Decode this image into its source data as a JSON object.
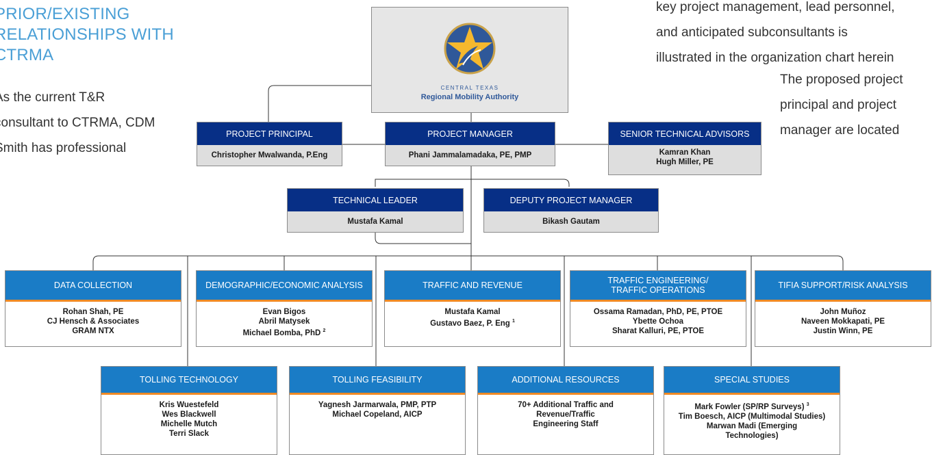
{
  "side_heading": [
    "PRIOR/EXISTING",
    "RELATIONSHIPS WITH",
    "CTRMA"
  ],
  "left_prose": [
    "As the current T&R",
    "consultant to CTRMA, CDM",
    "Smith has professional"
  ],
  "right_prose_top": [
    "key project management, lead personnel,",
    "and anticipated subconsultants is",
    "illustrated in the organization chart herein"
  ],
  "right_prose_bottom": [
    "The proposed project",
    "principal and project",
    "manager are located"
  ],
  "logo": {
    "line1": "CENTRAL TEXAS",
    "line2": "Regional Mobility Authority",
    "icon": "star-icon"
  },
  "leadership": {
    "principal": {
      "title": "PROJECT PRINCIPAL",
      "names": [
        "Christopher Mwalwanda, P.Eng"
      ]
    },
    "manager": {
      "title": "PROJECT MANAGER",
      "names": [
        "Phani Jammalamadaka, PE, PMP"
      ]
    },
    "advisors": {
      "title": "SENIOR TECHNICAL ADVISORS",
      "names": [
        "Kamran Khan",
        "Hugh Miller, PE"
      ]
    },
    "tech_leader": {
      "title": "TECHNICAL LEADER",
      "names": [
        "Mustafa Kamal"
      ]
    },
    "deputy": {
      "title": "DEPUTY PROJECT MANAGER",
      "names": [
        "Bikash Gautam"
      ]
    }
  },
  "teams_row1": [
    {
      "title": [
        "DATA COLLECTION"
      ],
      "names": [
        "Rohan Shah, PE",
        "CJ Hensch & Associates",
        "GRAM NTX"
      ]
    },
    {
      "title": [
        "DEMOGRAPHIC/ECONOMIC ANALYSIS"
      ],
      "names": [
        "Evan Bigos",
        "Abril Matysek",
        "Michael Bomba, PhD"
      ],
      "footnote": "2"
    },
    {
      "title": [
        "TRAFFIC AND REVENUE"
      ],
      "names": [
        "Mustafa Kamal",
        "Gustavo Baez, P. Eng"
      ],
      "footnote": "1"
    },
    {
      "title": [
        "TRAFFIC ENGINEERING/",
        "TRAFFIC OPERATIONS"
      ],
      "names": [
        "Ossama Ramadan, PhD, PE, PTOE",
        "Ybette Ochoa",
        "Sharat Kalluri, PE, PTOE"
      ]
    },
    {
      "title": [
        "TIFIA SUPPORT/RISK ANALYSIS"
      ],
      "names": [
        "John Muñoz",
        "Naveen Mokkapati, PE",
        "Justin Winn, PE"
      ]
    }
  ],
  "teams_row2": [
    {
      "title": [
        "TOLLING TECHNOLOGY"
      ],
      "names": [
        "Kris Wuestefeld",
        "Wes Blackwell",
        "Michelle Mutch",
        "Terri Slack"
      ]
    },
    {
      "title": [
        "TOLLING FEASIBILITY"
      ],
      "names": [
        "Yagnesh Jarmarwala, PMP, PTP",
        "Michael Copeland, AICP"
      ]
    },
    {
      "title": [
        "ADDITIONAL RESOURCES"
      ],
      "names": [
        "70+ Additional Traffic and",
        "Revenue/Traffic",
        "Engineering Staff"
      ]
    },
    {
      "title": [
        "SPECIAL STUDIES"
      ],
      "names": [
        "Mark Fowler (SP/RP Surveys)",
        "Tim Boesch, AICP (Multimodal Studies)",
        "Marwan Madi (Emerging",
        "Technologies)"
      ],
      "footnote": "3"
    }
  ],
  "colors": {
    "navy": "#072f86",
    "blue": "#1a7cc6",
    "orange": "#f08a24",
    "heading": "#4a9fd6",
    "gray": "#dedede"
  }
}
